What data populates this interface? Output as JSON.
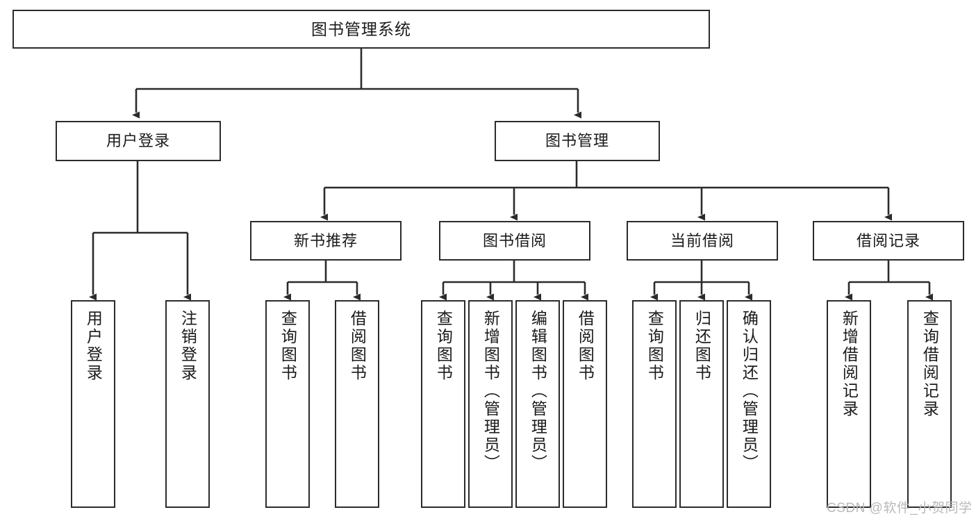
{
  "diagram": {
    "type": "hierarchy-tree",
    "title": "图书管理系统",
    "root": {
      "label": "图书管理系统",
      "orientation": "horizontal"
    },
    "level2": [
      {
        "label": "用户登录",
        "orientation": "horizontal"
      },
      {
        "label": "图书管理",
        "orientation": "horizontal"
      }
    ],
    "level3": [
      {
        "label": "新书推荐",
        "orientation": "horizontal"
      },
      {
        "label": "图书借阅",
        "orientation": "horizontal"
      },
      {
        "label": "当前借阅",
        "orientation": "horizontal"
      },
      {
        "label": "借阅记录",
        "orientation": "horizontal"
      }
    ],
    "leaves": {
      "user_login": [
        {
          "label": "用户登录",
          "orientation": "vertical"
        },
        {
          "label": "注销登录",
          "orientation": "vertical"
        }
      ],
      "new_book_recommend": [
        {
          "label": "查询图书",
          "orientation": "vertical"
        },
        {
          "label": "借阅图书",
          "orientation": "vertical"
        }
      ],
      "book_borrow": [
        {
          "label": "查询图书",
          "orientation": "vertical"
        },
        {
          "label": "新增图书（管理员）",
          "orientation": "vertical"
        },
        {
          "label": "编辑图书（管理员）",
          "orientation": "vertical"
        },
        {
          "label": "借阅图书",
          "orientation": "vertical"
        }
      ],
      "current_borrow": [
        {
          "label": "查询图书",
          "orientation": "vertical"
        },
        {
          "label": "归还图书",
          "orientation": "vertical"
        },
        {
          "label": "确认归还（管理员）",
          "orientation": "vertical"
        }
      ],
      "borrow_records": [
        {
          "label": "新增借阅记录",
          "orientation": "vertical"
        },
        {
          "label": "查询借阅记录",
          "orientation": "vertical"
        }
      ]
    },
    "watermark": "CSDN @软件_小贺同学",
    "colors": {
      "background": "#ffffff",
      "stroke": "#2b2b2b",
      "text": "#1a1a1a",
      "watermark": "#b9b9b9"
    }
  }
}
